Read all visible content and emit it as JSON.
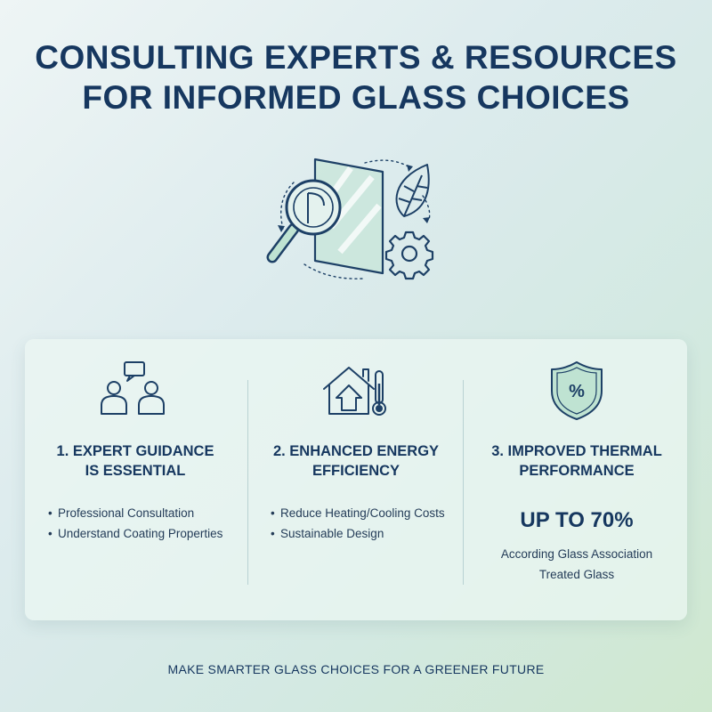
{
  "header": {
    "title_line1": "CONSULTING EXPERTS & RESOURCES",
    "title_line2": "FOR INFORMED GLASS CHOICES"
  },
  "hero": {
    "icons": [
      "magnifier-icon",
      "glass-pane-icon",
      "leaf-icon",
      "gear-icon",
      "cycle-arrows-icon"
    ]
  },
  "columns": [
    {
      "icon": "consultation-people-icon",
      "title_line1": "1. EXPERT GUIDANCE",
      "title_line2": "IS ESSENTIAL",
      "bullets": [
        "Professional Consultation",
        "Understand Coating Properties"
      ]
    },
    {
      "icon": "house-thermometer-icon",
      "title_line1": "2. ENHANCED ENERGY",
      "title_line2": "EFFICIENCY",
      "bullets": [
        "Reduce Heating/Cooling Costs",
        "Sustainable Design"
      ]
    },
    {
      "icon": "shield-percent-icon",
      "icon_text": "%",
      "title_line1": "3. IMPROVED THERMAL",
      "title_line2": "PERFORMANCE",
      "stat": "UP TO 70%",
      "note_line1": "According Glass Association",
      "note_line2": "Treated Glass"
    }
  ],
  "footer": {
    "tagline": "MAKE SMARTER GLASS CHOICES FOR A GREENER FUTURE"
  },
  "colors": {
    "navy": "#16375f",
    "accent_green": "#bfe3d2",
    "icon_stroke": "#1d4066"
  }
}
